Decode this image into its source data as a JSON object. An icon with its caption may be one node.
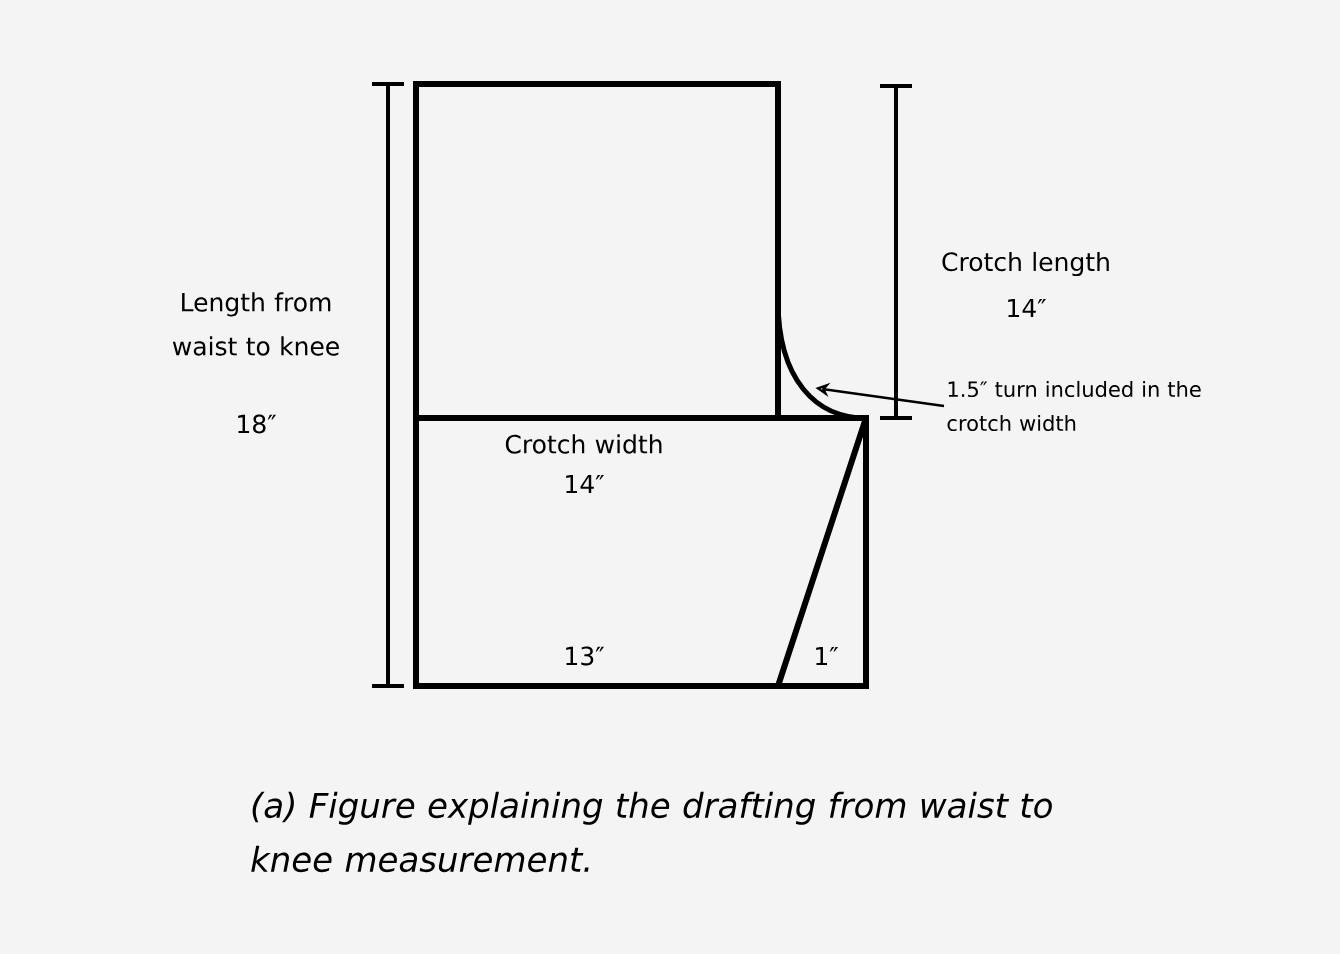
{
  "diagram": {
    "caption": "(a) Figure explaining the drafting from waist to knee measurement.",
    "nodes": [
      {
        "text": [
          "1.5″ turn included in the crotch width"
        ]
      },
      {
        "text": [],
        "shape": "curve"
      }
    ],
    "edges": [
      {
        "from": 0,
        "to": 1,
        "arrow": "to"
      }
    ],
    "labels": [
      "Length from waist to knee",
      "18″",
      "Crotch length",
      "14″",
      "Crotch width",
      "14″",
      "13″",
      "1″"
    ]
  }
}
